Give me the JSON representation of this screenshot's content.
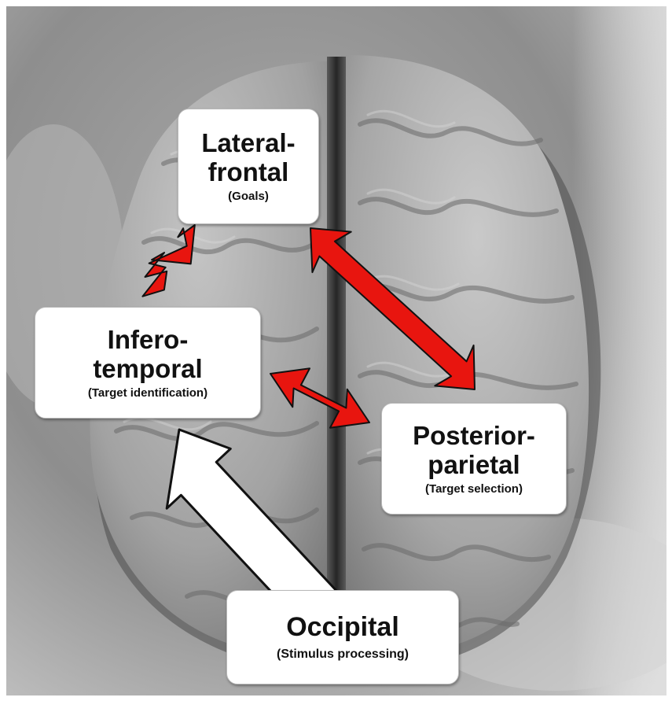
{
  "regions": {
    "lateral_frontal": {
      "name_line1": "Lateral-",
      "name_line2": "frontal",
      "role": "(Goals)"
    },
    "inferotemporal": {
      "name_line1": "Infero-",
      "name_line2": "temporal",
      "role": "(Target identification)"
    },
    "posterior_parietal": {
      "name_line1": "Posterior-",
      "name_line2": "parietal",
      "role": "(Target selection)"
    },
    "occipital": {
      "name_line1": "Occipital",
      "role": "(Stimulus processing)"
    }
  },
  "connections": [
    {
      "from": "lateral_frontal",
      "to": "inferotemporal",
      "type": "bidirectional",
      "color": "#e8150f"
    },
    {
      "from": "lateral_frontal",
      "to": "posterior_parietal",
      "type": "bidirectional",
      "color": "#e8150f"
    },
    {
      "from": "inferotemporal",
      "to": "posterior_parietal",
      "type": "bidirectional",
      "color": "#e8150f"
    },
    {
      "from": "occipital",
      "to": "inferotemporal",
      "type": "unidirectional",
      "color": "#ffffff"
    }
  ],
  "colors": {
    "reciprocal_arrow": "#e8150f",
    "feedforward_arrow": "#ffffff",
    "arrow_outline": "#111111",
    "box_fill": "#ffffff",
    "text": "#111111"
  }
}
